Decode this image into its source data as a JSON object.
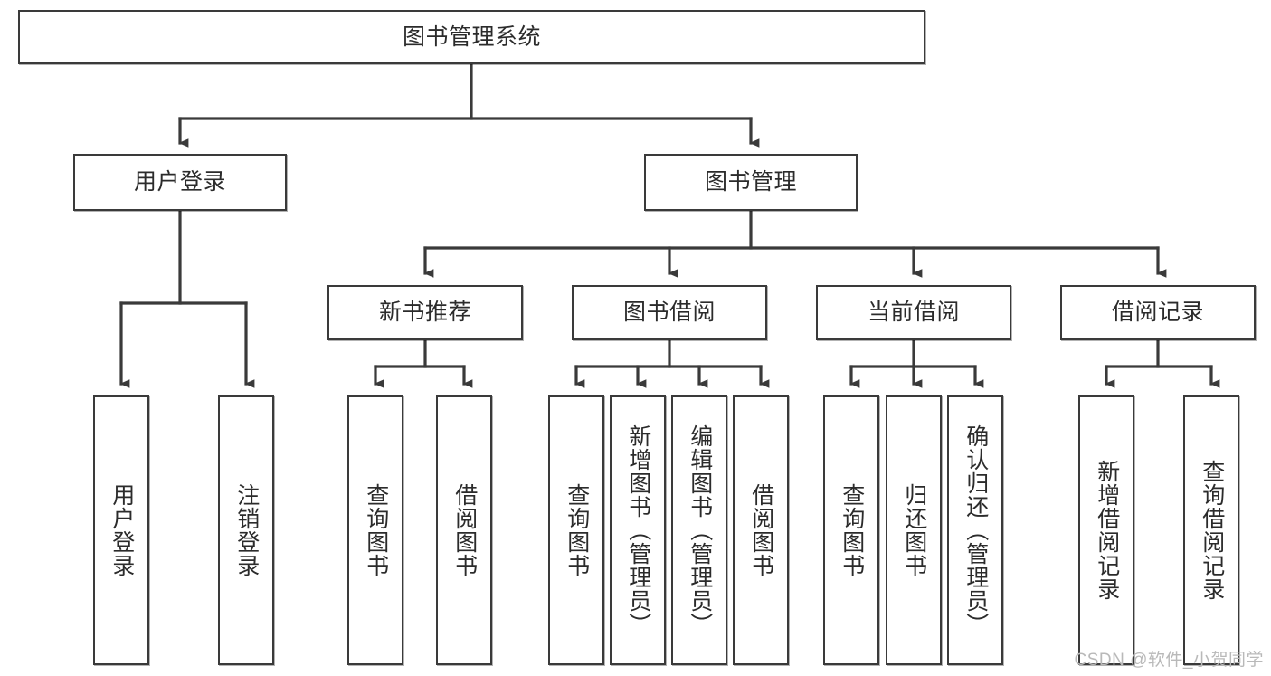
{
  "diagram": {
    "title": "图书管理系统",
    "type": "tree-hierarchy-chart",
    "root": {
      "id": "root",
      "label": "图书管理系统"
    },
    "level2": [
      {
        "id": "user-login",
        "label": "用户登录"
      },
      {
        "id": "book-manage",
        "label": "图书管理"
      }
    ],
    "level3": [
      {
        "id": "new-book-rec",
        "label": "新书推荐",
        "parent": "book-manage"
      },
      {
        "id": "book-borrow",
        "label": "图书借阅",
        "parent": "book-manage"
      },
      {
        "id": "current-borrow",
        "label": "当前借阅",
        "parent": "book-manage"
      },
      {
        "id": "borrow-record",
        "label": "借阅记录",
        "parent": "book-manage"
      }
    ],
    "leaves": [
      {
        "id": "leaf-user-login",
        "label": "用户登录",
        "parent": "user-login"
      },
      {
        "id": "leaf-logout",
        "label": "注销登录",
        "parent": "user-login"
      },
      {
        "id": "leaf-query-book-1",
        "label": "查询图书",
        "parent": "new-book-rec"
      },
      {
        "id": "leaf-borrow-book-1",
        "label": "借阅图书",
        "parent": "new-book-rec"
      },
      {
        "id": "leaf-query-book-2",
        "label": "查询图书",
        "parent": "book-borrow"
      },
      {
        "id": "leaf-add-book",
        "label": "新增图书（管理员）",
        "parent": "book-borrow"
      },
      {
        "id": "leaf-edit-book",
        "label": "编辑图书（管理员）",
        "parent": "book-borrow"
      },
      {
        "id": "leaf-borrow-book-2",
        "label": "借阅图书",
        "parent": "book-borrow"
      },
      {
        "id": "leaf-query-book-3",
        "label": "查询图书",
        "parent": "current-borrow"
      },
      {
        "id": "leaf-return-book",
        "label": "归还图书",
        "parent": "current-borrow"
      },
      {
        "id": "leaf-confirm-return",
        "label": "确认归还（管理员）",
        "parent": "current-borrow"
      },
      {
        "id": "leaf-add-record",
        "label": "新增借阅记录",
        "parent": "borrow-record"
      },
      {
        "id": "leaf-query-record",
        "label": "查询借阅记录",
        "parent": "borrow-record"
      }
    ]
  },
  "watermark": {
    "text": "CSDN @软件_小贺同学"
  },
  "colors": {
    "box_border": "#3a3a3a",
    "box_fill": "#ffffff",
    "edge": "#3a3a3a",
    "text": "#2b2b2b",
    "watermark": "#b9b9b9",
    "background": "#ffffff"
  }
}
